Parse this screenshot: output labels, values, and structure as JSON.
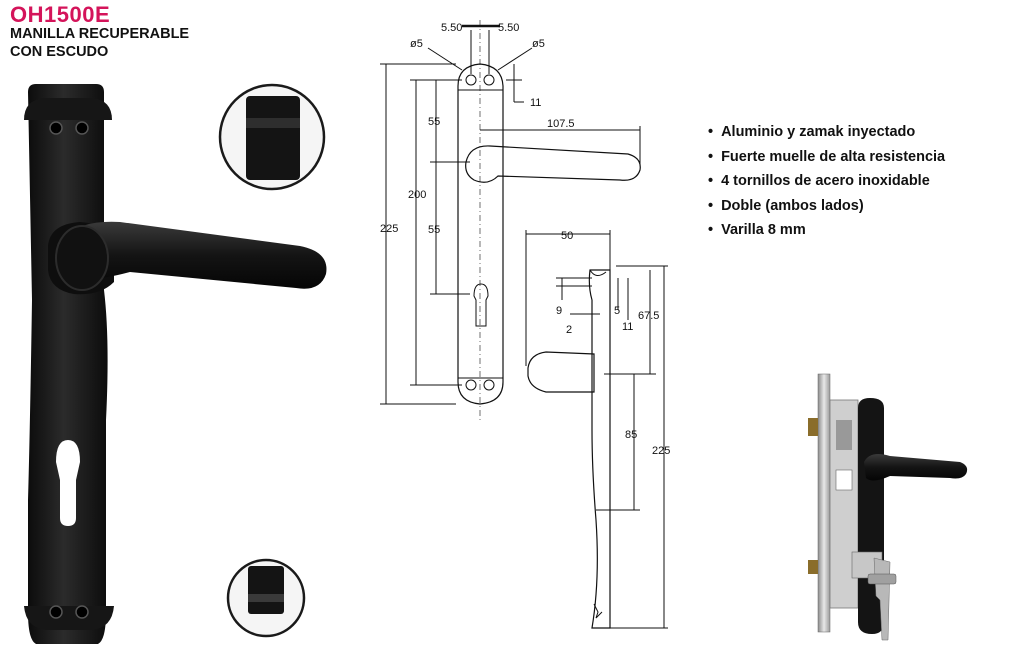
{
  "header": {
    "code": "OH1500E",
    "subtitle_line1": "MANILLA RECUPERABLE",
    "subtitle_line2": "CON ESCUDO"
  },
  "features": [
    "Aluminio y zamak inyectado",
    "Fuerte muelle de alta resistencia",
    "4 tornillos de acero inoxidable",
    "Doble (ambos lados)",
    "Varilla 8 mm"
  ],
  "drawing": {
    "screw_spacing_left": "5.50",
    "screw_spacing_right": "5.50",
    "hole_diameter_left": "ø5",
    "hole_diameter_right": "ø5",
    "top_offset": "11",
    "handle_to_top": "55",
    "handle_to_cylinder": "55",
    "handle_length": "107.5",
    "screw_spacing_total": "200",
    "plate_height": "225",
    "side_depth": "50",
    "side_detail_9": "9",
    "side_detail_5": "5",
    "side_detail_2": "2",
    "side_detail_11": "11",
    "side_handle_to_top": "67.5",
    "side_handle_to_bottom": "85",
    "side_plate_height": "225"
  },
  "colors": {
    "product_code": "#d4145a",
    "handle_finish": "#1a1a1a",
    "line": "#111111"
  }
}
